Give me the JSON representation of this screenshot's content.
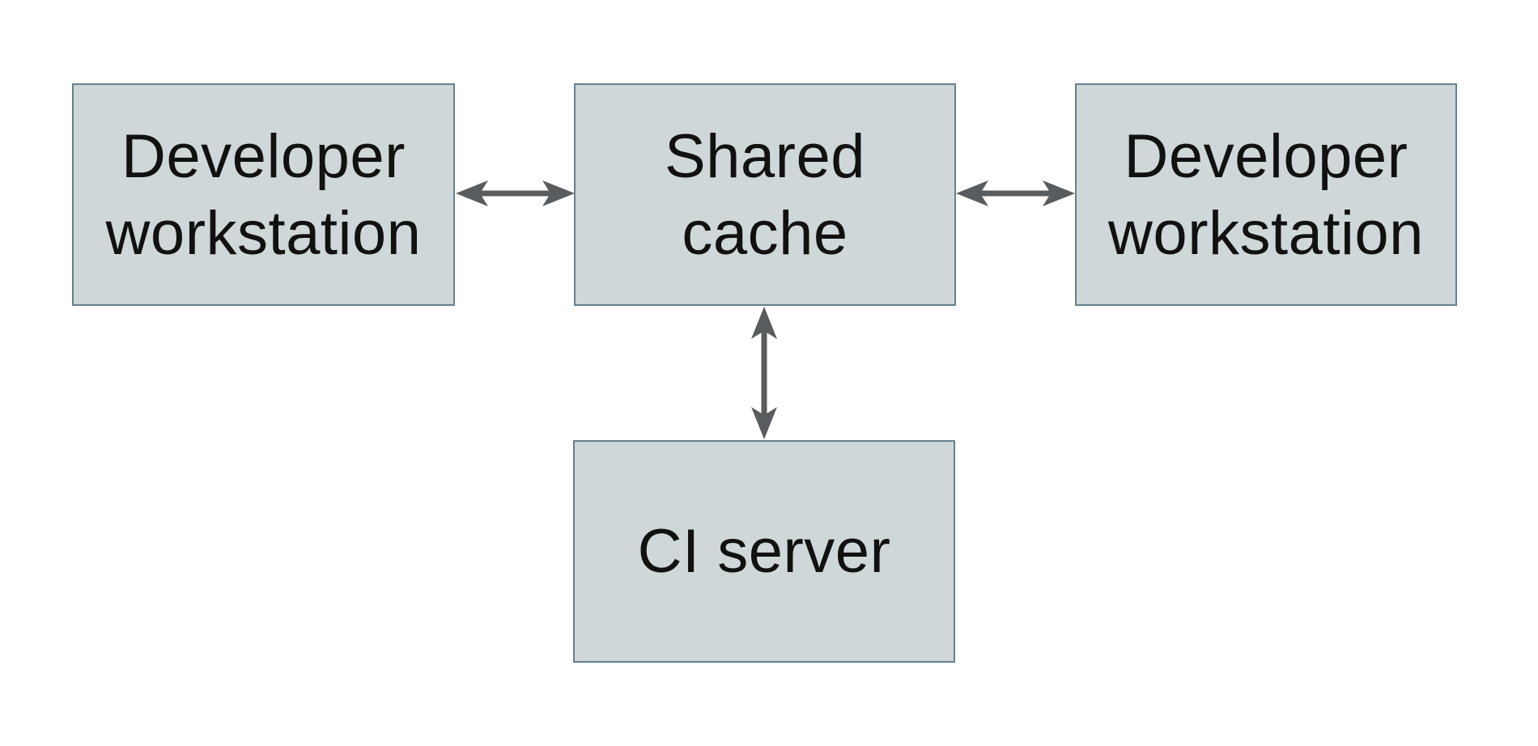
{
  "diagram": {
    "colors": {
      "background": "#ffffff",
      "node_fill": "#cfd7d9",
      "node_border": "#66808d",
      "arrow_color": "#595c5f",
      "text_color": "#111111"
    },
    "nodes": [
      {
        "id": "developer-workstation-left",
        "label": "Developer\nworkstation"
      },
      {
        "id": "shared-cache",
        "label": "Shared\ncache"
      },
      {
        "id": "developer-workstation-right",
        "label": "Developer\nworkstation"
      },
      {
        "id": "ci-server",
        "label": "CI server"
      }
    ],
    "edges": [
      {
        "from": "developer-workstation-left",
        "to": "shared-cache",
        "direction": "bidirectional"
      },
      {
        "from": "shared-cache",
        "to": "developer-workstation-right",
        "direction": "bidirectional"
      },
      {
        "from": "shared-cache",
        "to": "ci-server",
        "direction": "bidirectional"
      }
    ]
  }
}
